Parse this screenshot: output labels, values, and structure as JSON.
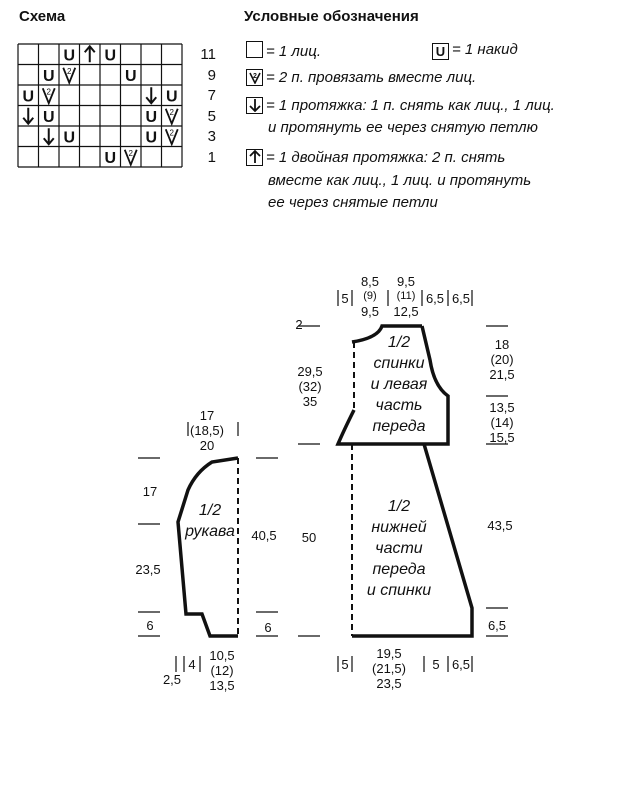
{
  "chart_title": "Схема",
  "legend_title": "Условные обозначения",
  "chart_rows": [
    "11",
    "9",
    "7",
    "5",
    "3",
    "1"
  ],
  "chart_grid": [
    [
      "",
      "",
      "U",
      "up",
      "U",
      "",
      "",
      ""
    ],
    [
      "",
      "U",
      "k2",
      "",
      "",
      "U",
      "",
      ""
    ],
    [
      "U",
      "k2",
      "",
      "",
      "",
      "",
      "d",
      "U"
    ],
    [
      "d",
      "U",
      "",
      "",
      "",
      "",
      "U",
      "k2"
    ],
    [
      "",
      "d",
      "U",
      "",
      "",
      "",
      "U",
      "k2"
    ],
    [
      "",
      "",
      "",
      "",
      "U",
      "k2",
      "",
      ""
    ]
  ],
  "legend": {
    "knit": "= 1 лиц.",
    "yo": "= 1 накид",
    "k2tog": "= 2 п. провязать вместе лиц.",
    "ssk_line1": "= 1 протяжка: 1 п. снять как лиц., 1 лиц.",
    "ssk_line2": "и протянуть ее через снятую петлю",
    "dbl_line1": "= 1 двойная протяжка: 2 п. снять",
    "dbl_line2": "вместе как лиц., 1 лиц. и протянуть",
    "dbl_line3": "ее через снятые петли"
  },
  "symbols": {
    "yo": "U",
    "k2tog": "2",
    "up_arrow": "arrow-up",
    "down_arrow": "arrow-down"
  },
  "sleeve": {
    "label_line1": "1/2",
    "label_line2": "рукава",
    "top_width": [
      "17",
      "(18,5)",
      "20"
    ],
    "left_top": "17",
    "left_mid": "23,5",
    "left_bot": "6",
    "right_height": "40,5",
    "right_bot": "6",
    "bottom": [
      "10,5",
      "(12)",
      "13,5"
    ],
    "bottom_left_a": "4",
    "bottom_left_b": "2,5"
  },
  "upper": {
    "label": [
      "1/2",
      "спинки",
      "и левая",
      "часть",
      "переда"
    ],
    "top_left": [
      "8,5",
      "(9)",
      "9,5"
    ],
    "top_right": [
      "9,5",
      "(11)",
      "12,5"
    ],
    "top_left_edge": "5",
    "top_right_a": "6,5",
    "top_right_b": "6,5",
    "shoulder": "2",
    "left_height": [
      "29,5",
      "(32)",
      "35"
    ],
    "right_upper": [
      "18",
      "(20)",
      "21,5"
    ],
    "right_lower": [
      "13,5",
      "(14)",
      "15,5"
    ]
  },
  "lower": {
    "label": [
      "1/2",
      "нижней",
      "части",
      "переда",
      "и спинки"
    ],
    "left_height": "50",
    "right_height": "43,5",
    "right_bot": "6,5",
    "bottom": [
      "19,5",
      "(21,5)",
      "23,5"
    ],
    "bottom_left": "5",
    "bottom_right_a": "5",
    "bottom_right_b": "6,5"
  }
}
